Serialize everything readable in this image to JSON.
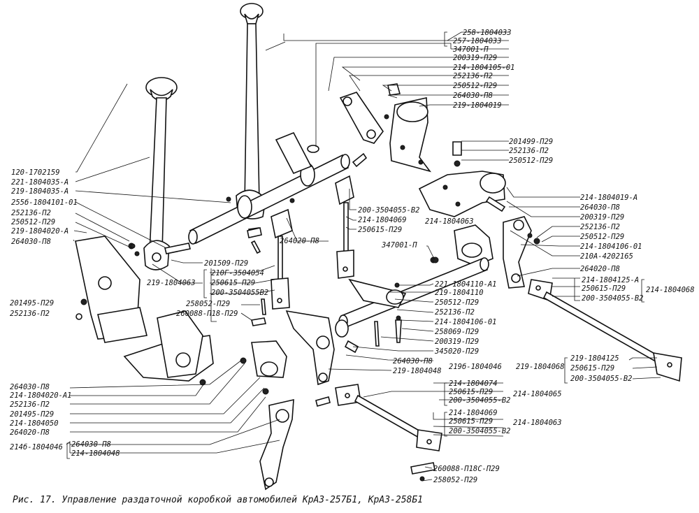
{
  "caption": "Рис. 17. Управление раздаточной коробкой автомобилей КрАЗ-257Б1, КрАЗ-258Б1",
  "labels": {
    "l01": "258-1804033",
    "l02": "257-1804033",
    "l03": "347001-П",
    "l04": "200319-П29",
    "l05": "214-1804105-01",
    "l06": "252136-П2",
    "l07": "250512-П29",
    "l08": "264030-П8",
    "l09": "219-1804019",
    "l10": "201499-П29",
    "l11": "252136-П2",
    "l12": "250512-П29",
    "l13": "214-1804019-А",
    "l14": "264030-П8",
    "l15": "200319-П29",
    "l16": "252136-П2",
    "l17": "250512-П29",
    "l18": "214-1804106-01",
    "l19": "210А-4202165",
    "l20": "264020-П8",
    "l21": "214-1804125-А",
    "l22": "250615-П29",
    "l23": "200-3504055-В2",
    "l24": "214-1804068",
    "l25": "120-1702159",
    "l26": "221-1804035-А",
    "l27": "219-1804035-А",
    "l28": "255б-1804101-01",
    "l29": "252136-П2",
    "l30": "250512-П29",
    "l31": "219-1804020-А",
    "l32": "264030-П8",
    "l33": "201509-П29",
    "l34": "219-1804063",
    "l35": "200-3504055-В2",
    "l36": "214-1804069",
    "l37": "250615-П29",
    "l38": "214-1804063",
    "l39": "264020-П8",
    "l40": "347001-П",
    "l41": "210Г-3504054",
    "l42": "250615-П29",
    "l43": "200-3504055В2",
    "l44": "258052-П29",
    "l45": "260088-П18-П29",
    "l46": "221-1804110-А1",
    "l47": "219-1804110",
    "l48": "250512-П29",
    "l49": "252136-П2",
    "l50": "214-1804106-01",
    "l51": "258069-П29",
    "l52": "200319-П29",
    "l53": "345020-П29",
    "l54": "201495-П29",
    "l55": "252136-П2",
    "l56": "264030-П8",
    "l57": "219-1804048",
    "l58": "219б-1804046",
    "l59": "219-1804068",
    "l60": "219-1804125",
    "l61": "250615-П29",
    "l62": "200-3504055-В2",
    "l63": "264030-П8",
    "l64": "214-1804020-А1",
    "l65": "252136-П2",
    "l66": "201495-П29",
    "l67": "214-1804050",
    "l68": "264020-П8",
    "l69": "214б-1804046",
    "l70": "264030-П8",
    "l71": "214-1804048",
    "l72": "214-1804074",
    "l73": "250615-П29",
    "l74": "200-3504055-В2",
    "l75": "214-1804065",
    "l76": "214-1804069",
    "l77": "250615-П29",
    "l78": "200-3504055-В2",
    "l79": "214-1804063",
    "l80": "260088-П18С-П29",
    "l81": "258052-П29"
  }
}
